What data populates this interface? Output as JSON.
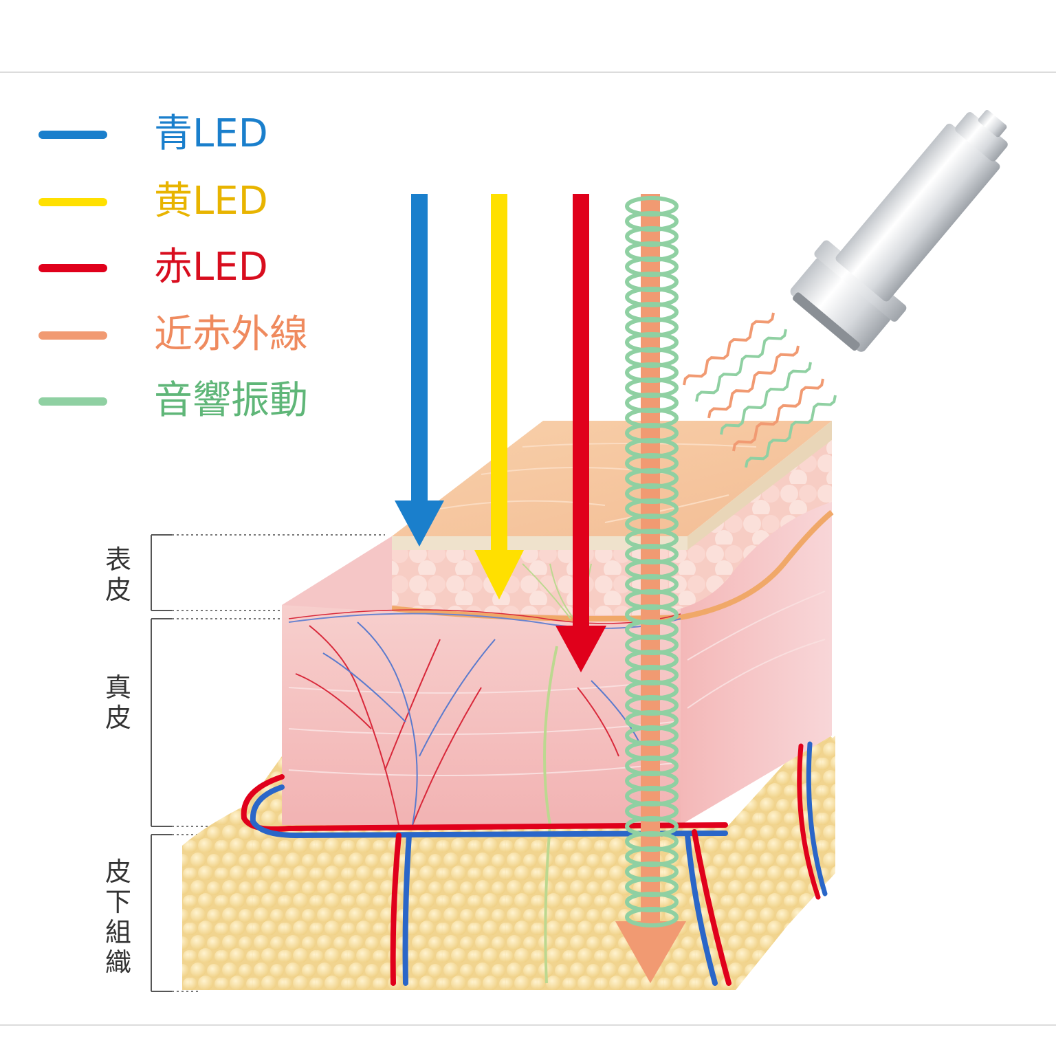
{
  "legend": [
    {
      "label": "青LED",
      "color": "#1a7fcc",
      "text_color": "#1a7fcc"
    },
    {
      "label": "黄LED",
      "color": "#ffe000",
      "text_color": "#e8b400"
    },
    {
      "label": "赤LED",
      "color": "#e0001b",
      "text_color": "#d80d1e"
    },
    {
      "label": "近赤外線",
      "color": "#f19a72",
      "text_color": "#ef8a5e"
    },
    {
      "label": "音響振動",
      "color": "#8fd0a2",
      "text_color": "#5fb678"
    }
  ],
  "layers": {
    "epidermis": "表皮",
    "dermis": "真皮",
    "subcutaneous": "皮下組織"
  },
  "icons": {
    "device": "led-device-icon"
  },
  "colors": {
    "skin_top": "#f6c8a0",
    "dermis": "#f6c0c0",
    "fat": "#f7e0a4",
    "artery": "#e0001b",
    "vein": "#2a66c8",
    "nerve": "#bcd890"
  }
}
